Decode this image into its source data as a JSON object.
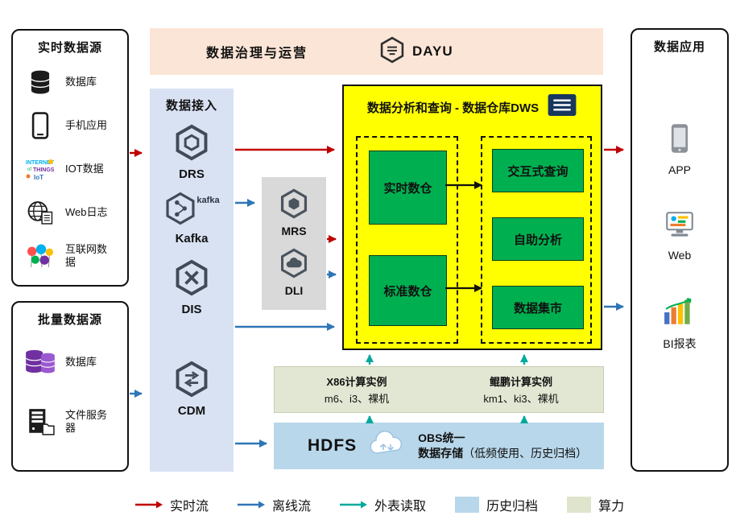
{
  "colors": {
    "realtime_flow": "#c00000",
    "offline_flow": "#2e75b6",
    "external_table_read": "#00a99d",
    "history_archive": "#b8d7ea",
    "compute_power": "#e2e7d3",
    "governance_banner": "#fbe5d6",
    "ingest_panel": "#d9e2f3",
    "dws_panel": "#ffff00",
    "warehouse_green": "#00b050",
    "middleware_panel": "#d9d9d9"
  },
  "realtime_sources": {
    "title": "实时数据源",
    "items": [
      {
        "label": "数据库",
        "icon": "database-icon"
      },
      {
        "label": "手机应用",
        "icon": "mobile-icon"
      },
      {
        "label": "IOT数据",
        "icon": "iot-icon"
      },
      {
        "label": "Web日志",
        "icon": "globe-log-icon"
      },
      {
        "label": "互联网数据",
        "icon": "internet-data-icon"
      }
    ]
  },
  "batch_sources": {
    "title": "批量数据源",
    "items": [
      {
        "label": "数据库",
        "icon": "purple-database-icon"
      },
      {
        "label": "文件服务器",
        "icon": "file-server-icon"
      }
    ]
  },
  "governance": {
    "title": "数据治理与运营",
    "product": "DAYU"
  },
  "ingestion": {
    "title": "数据接入",
    "items": [
      {
        "label": "DRS",
        "icon": "drs-hexagon-icon"
      },
      {
        "label": "Kafka",
        "wordmark": "kafka",
        "icon": "kafka-hexagon-icon"
      },
      {
        "label": "DIS",
        "icon": "dis-hexagon-icon"
      },
      {
        "label": "CDM",
        "icon": "cdm-hexagon-icon"
      }
    ]
  },
  "middleware": {
    "items": [
      {
        "label": "MRS",
        "icon": "mrs-hexagon-icon"
      },
      {
        "label": "DLI",
        "icon": "dli-hexagon-icon"
      }
    ]
  },
  "dws": {
    "title": "数据分析和查询 - 数据仓库DWS",
    "warehouses": [
      {
        "label": "实时数仓"
      },
      {
        "label": "标准数仓"
      }
    ],
    "services": [
      {
        "label": "交互式查询"
      },
      {
        "label": "自助分析"
      },
      {
        "label": "数据集市"
      }
    ]
  },
  "compute": {
    "x86": {
      "title": "X86计算实例",
      "specs": "m6、i3、裸机"
    },
    "kunpeng": {
      "title": "鲲鹏计算实例",
      "specs": "km1、ki3、裸机"
    }
  },
  "storage": {
    "hdfs": "HDFS",
    "obs_line1": "OBS统一",
    "obs_line2": "数据存储",
    "obs_note": "（低频使用、历史归档）"
  },
  "applications": {
    "title": "数据应用",
    "items": [
      {
        "label": "APP",
        "icon": "app-phone-icon"
      },
      {
        "label": "Web",
        "icon": "web-monitor-icon"
      },
      {
        "label": "BI报表",
        "icon": "bi-report-icon"
      }
    ]
  },
  "legend": {
    "realtime": "实时流",
    "offline": "离线流",
    "external": "外表读取",
    "archive": "历史归档",
    "compute": "算力"
  }
}
